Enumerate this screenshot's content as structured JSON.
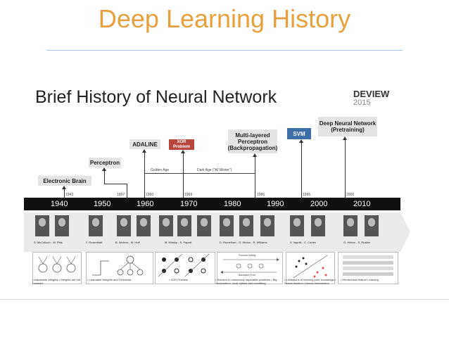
{
  "slide": {
    "title": "Deep Learning History"
  },
  "figure": {
    "title": "Brief History of Neural Network",
    "brand": "DEVIEW",
    "brand_year": "2015",
    "milestones": [
      {
        "label": "Electronic Brain",
        "year": "1943"
      },
      {
        "label": "Perceptron",
        "year": "1957"
      },
      {
        "label": "ADALINE",
        "year": "1960"
      },
      {
        "label": "XOR Problem",
        "year": "1969"
      },
      {
        "label": "Multi-layered Perceptron (Backpropagation)",
        "year": "1986"
      },
      {
        "label": "SVM",
        "year": "1995"
      },
      {
        "label": "Deep Neural Network (Pretraining)",
        "year": "2006"
      }
    ],
    "periods": {
      "golden_age": "Golden Age",
      "dark_age": "Dark Age (\"AI Winter\")"
    },
    "decades": [
      "1940",
      "1950",
      "1960",
      "1970",
      "1980",
      "1990",
      "2000",
      "2010"
    ],
    "people": [
      "S. McCulloch - W. Pitts",
      "F. Rosenblatt",
      "B. Widrow - M. Hoff",
      "M. Minsky - S. Papert",
      "D. Rumelhart - G. Hinton - R. Williams",
      "V. Vapnik - C. Cortes",
      "G. Hinton - S. Ruslan"
    ],
    "notes": [
      "• Adjustable Weights • Weights are not Learned",
      "• Learnable Weights and Threshold",
      "• XOR Problem",
      "• Solution to nonlinearly separable problems • Big computation, local optima and overfitting",
      "• Limitations of learning prior knowledge • Kernel function: Human Intervention",
      "• Hierarchical feature Learning"
    ],
    "diagram_labels": {
      "forward": "Forward Activity",
      "backward": "Backward Error"
    }
  }
}
